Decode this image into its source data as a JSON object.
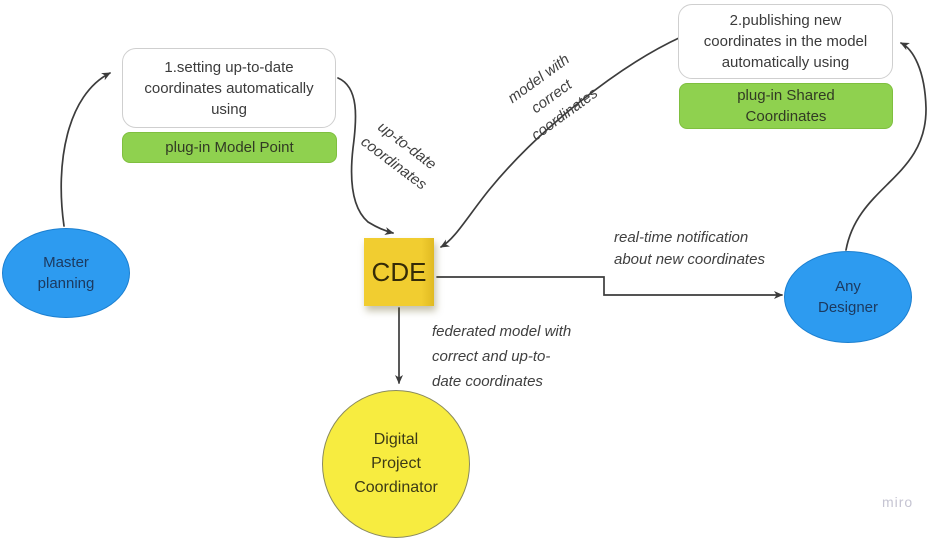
{
  "nodes": {
    "master_planning": {
      "label": "Master\nplanning"
    },
    "step1": {
      "title": "1.setting up-to-date\ncoordinates automatically\nusing",
      "plugin": "plug-in Model Point"
    },
    "step2": {
      "title": "2.publishing new\ncoordinates in the model\nautomatically using",
      "plugin": "plug-in Shared\nCoordinates"
    },
    "cde": {
      "label": "CDE"
    },
    "any_designer": {
      "label": "Any\nDesigner"
    },
    "digital_project_coordinator": {
      "label": "Digital\nProject\nCoordinator"
    }
  },
  "edge_labels": {
    "up_to_date": "up-to-date\ncoordinates",
    "model_correct": "model with\ncorrect\ncoordinates",
    "realtime": "real-time notification\nabout new coordinates",
    "federated": "federated model with\ncorrect and up-to-\ndate coordinates"
  },
  "watermark": "miro",
  "colors": {
    "blue": "#2D9BF0",
    "green": "#8FD14F",
    "sticky_yellow": "#F1CD30",
    "circle_yellow": "#F7EC40",
    "edge": "#3c3c3c"
  }
}
